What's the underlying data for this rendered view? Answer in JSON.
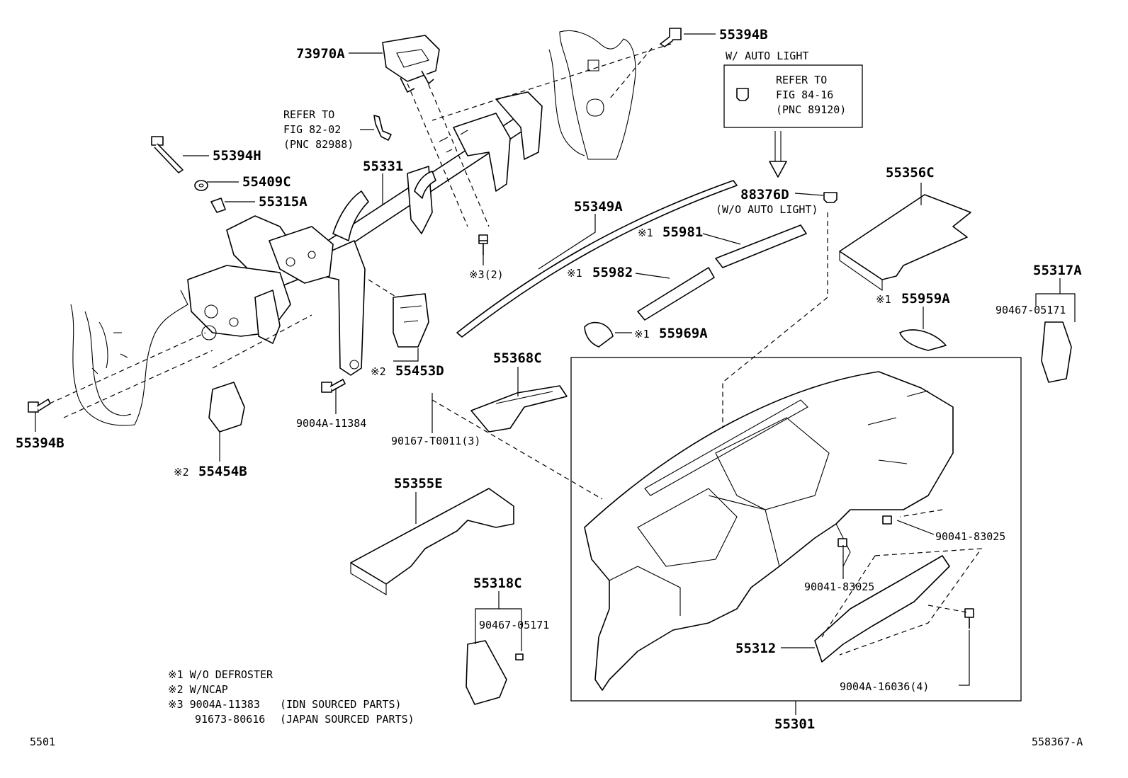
{
  "part_labels": {
    "p73970A": "73970A",
    "p55394B_top": "55394B",
    "p55394H": "55394H",
    "p55409C": "55409C",
    "p55315A": "55315A",
    "p55331": "55331",
    "p55349A": "55349A",
    "p88376D": "88376D",
    "p55356C": "55356C",
    "p55981": "55981",
    "p55982": "55982",
    "p55969A": "55969A",
    "p55959A": "55959A",
    "p55317A": "55317A",
    "p90467_right": "90467-05171",
    "p55453D": "55453D",
    "p55368C": "55368C",
    "p9004A_11384": "9004A-11384",
    "p90167": "90167-T0011(3)",
    "p55394B_left": "55394B",
    "p55454B": "55454B",
    "p55355E": "55355E",
    "p55318C": "55318C",
    "p90467_left": "90467-05171",
    "p90041_right": "90041-83025",
    "p90041_mid": "90041-83025",
    "p55312": "55312",
    "p9004A_16036": "9004A-16036(4)",
    "p55301": "55301",
    "p_mark3": "※3(2)"
  },
  "marks": {
    "m55981": "※1",
    "m55982": "※1",
    "m55969A": "※1",
    "m55959A": "※1",
    "m55453D": "※2",
    "m55454B": "※2"
  },
  "refer_82": {
    "line1": "REFER TO",
    "line2": "FIG 82-02",
    "line3": "(PNC 82988)"
  },
  "auto_light": {
    "heading": "W/ AUTO LIGHT",
    "line1": "REFER TO",
    "line2": "FIG 84-16",
    "line3": "(PNC 89120)",
    "wo_note": "(W/O AUTO LIGHT)"
  },
  "footnotes": {
    "n1": "※1 W/O DEFROSTER",
    "n2": "※2 W/NCAP",
    "n3a": "※3 9004A-11383",
    "n3a_note": "(IDN SOURCED PARTS)",
    "n3b": "91673-80616",
    "n3b_note": "(JAPAN SOURCED PARTS)"
  },
  "page_code": "5501",
  "figure_code": "558367-A"
}
